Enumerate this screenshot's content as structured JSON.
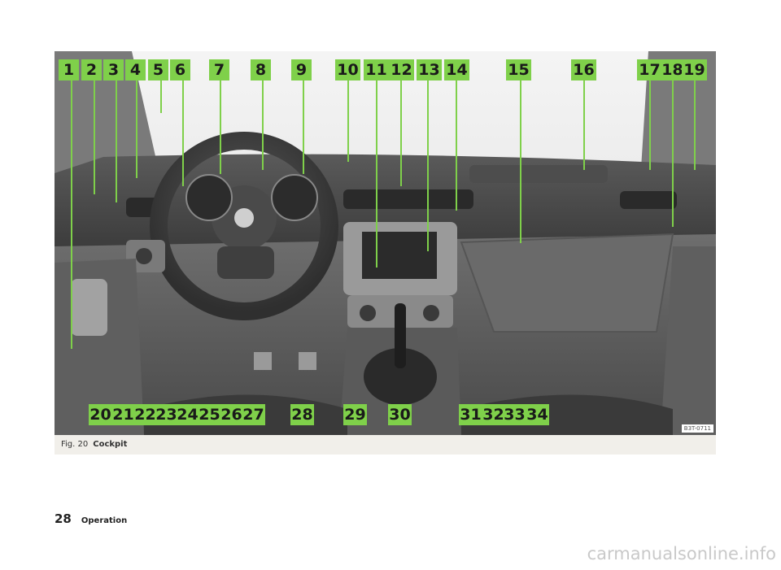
{
  "figure": {
    "labels_top": [
      "1",
      "2",
      "3",
      "4",
      "5",
      "6",
      "7",
      "8",
      "9",
      "10",
      "11",
      "12",
      "13",
      "14",
      "15",
      "16",
      "17",
      "18",
      "19"
    ],
    "labels_bottom": [
      "20",
      "21",
      "22",
      "23",
      "24",
      "25",
      "26",
      "27",
      "28",
      "29",
      "30",
      "31",
      "32",
      "33",
      "34"
    ],
    "image_code": "B3T-0711",
    "badge_color": "#7fd04a"
  },
  "caption": {
    "prefix": "Fig. 20",
    "title": "Cockpit"
  },
  "footer": {
    "page_number": "28",
    "section": "Operation"
  },
  "watermark": "carmanualsonline.info"
}
